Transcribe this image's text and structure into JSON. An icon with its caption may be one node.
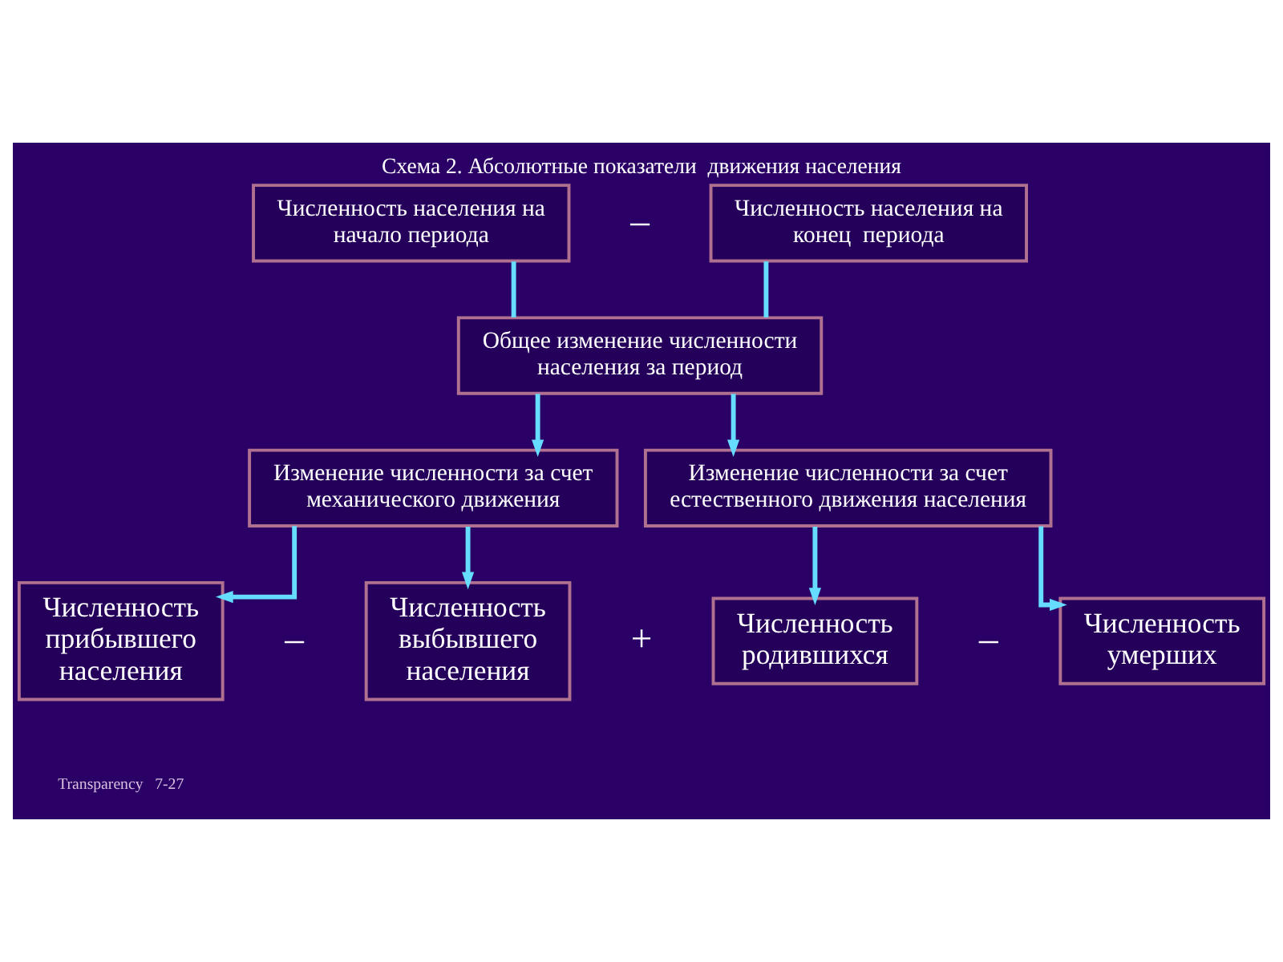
{
  "diagram": {
    "title": "Схема 2. Абсолютные показатели  движения населения",
    "nodes": [
      {
        "text": [
          "Численность населения на начало периода"
        ]
      },
      {
        "text": [
          "Численность населения на конец  периода"
        ]
      },
      {
        "text": [
          "Общее изменение численности населения за период"
        ]
      },
      {
        "text": [
          "Изменение численности за счет механического движения"
        ]
      },
      {
        "text": [
          "Изменение численности за счет естественного движения населения"
        ]
      },
      {
        "text": [
          "Численность прибывшего населения"
        ]
      },
      {
        "text": [
          "Численность выбывшего населения"
        ]
      },
      {
        "text": [
          "Численность родившихся"
        ]
      },
      {
        "text": [
          "Численность умерших"
        ]
      }
    ],
    "edges": [
      {
        "from": 0,
        "to": 2,
        "arrow": "none"
      },
      {
        "from": 1,
        "to": 2,
        "arrow": "none"
      },
      {
        "from": 2,
        "to": 3,
        "arrow": "to"
      },
      {
        "from": 2,
        "to": 4,
        "arrow": "to"
      },
      {
        "from": 3,
        "to": 5,
        "arrow": "to"
      },
      {
        "from": 3,
        "to": 6,
        "arrow": "to"
      },
      {
        "from": 4,
        "to": 7,
        "arrow": "to"
      },
      {
        "from": 4,
        "to": 8,
        "arrow": "to"
      }
    ],
    "labels": [
      "–",
      "–",
      "+",
      "–",
      "Transparency   7-27"
    ]
  }
}
